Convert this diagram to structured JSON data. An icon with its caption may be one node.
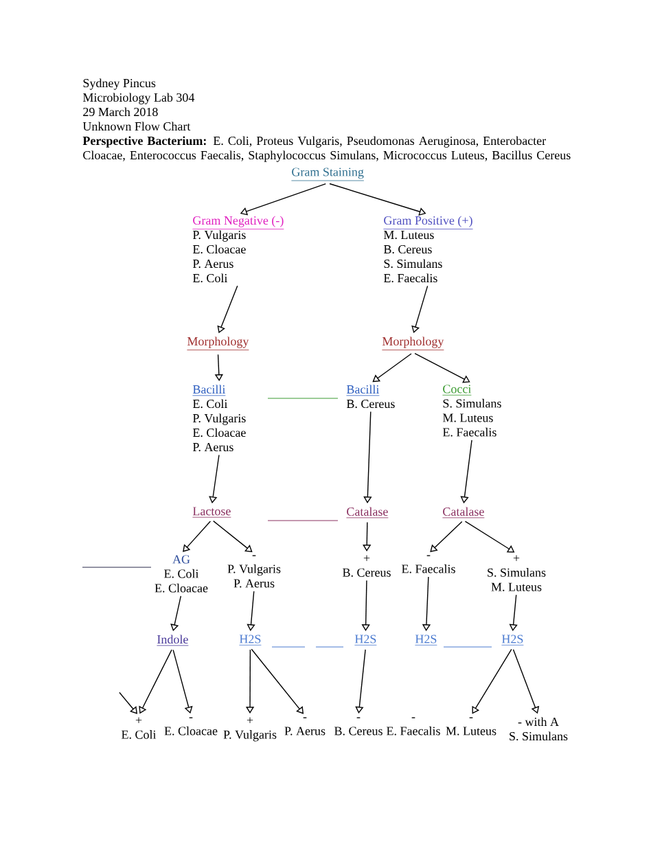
{
  "diagram": {
    "nodes": [
      {
        "text": [
          "Gram Staining"
        ]
      },
      {
        "text": [
          "Gram Negative (-)",
          "P. Vulgaris",
          "E. Cloacae",
          "P. Aerus",
          "E. Coli"
        ]
      },
      {
        "text": [
          "Gram Positive (+)",
          "M. Luteus",
          "B. Cereus",
          "S. Simulans",
          "E. Faecalis"
        ]
      },
      {
        "text": [
          "Morphology"
        ]
      },
      {
        "text": [
          "Morphology"
        ]
      },
      {
        "text": [
          "Bacilli",
          "E. Coli",
          "P. Vulgaris",
          "E. Cloacae",
          "P. Aerus"
        ]
      },
      {
        "text": [
          "Bacilli",
          "B. Cereus"
        ]
      },
      {
        "text": [
          "Cocci",
          "S. Simulans",
          "M. Luteus",
          "E. Faecalis"
        ]
      },
      {
        "text": [
          "Lactose"
        ]
      },
      {
        "text": [
          "Catalase"
        ]
      },
      {
        "text": [
          "Catalase"
        ]
      },
      {
        "text": [
          "AG",
          "E. Coli",
          "E. Cloacae"
        ]
      },
      {
        "text": [
          "-",
          "P. Vulgaris",
          "P. Aerus"
        ]
      },
      {
        "text": [
          "+",
          "B. Cereus"
        ]
      },
      {
        "text": [
          "-",
          "E. Faecalis"
        ]
      },
      {
        "text": [
          "+",
          "S. Simulans",
          "M. Luteus"
        ]
      },
      {
        "text": [
          "Indole"
        ]
      },
      {
        "text": [
          "H2S"
        ]
      },
      {
        "text": [
          "H2S"
        ]
      },
      {
        "text": [
          "H2S"
        ]
      },
      {
        "text": [
          "H2S"
        ]
      },
      {
        "text": [
          "+",
          "E. Coli"
        ]
      },
      {
        "text": [
          "-",
          "E. Cloacae"
        ]
      },
      {
        "text": [
          "+",
          "P. Vulgaris"
        ]
      },
      {
        "text": [
          "-",
          "P. Aerus"
        ]
      },
      {
        "text": [
          "-",
          "B. Cereus"
        ]
      },
      {
        "text": [
          "-",
          "E. Faecalis"
        ]
      },
      {
        "text": [
          "-",
          "M. Luteus"
        ]
      },
      {
        "text": [
          "- with A",
          "S. Simulans"
        ]
      }
    ],
    "edges": [
      {
        "from": 0,
        "to": 1,
        "arrow": "to"
      },
      {
        "from": 0,
        "to": 2,
        "arrow": "to"
      },
      {
        "from": 1,
        "to": 3,
        "arrow": "to"
      },
      {
        "from": 2,
        "to": 4,
        "arrow": "to"
      },
      {
        "from": 3,
        "to": 5,
        "arrow": "to"
      },
      {
        "from": 4,
        "to": 6,
        "arrow": "to"
      },
      {
        "from": 4,
        "to": 7,
        "arrow": "to"
      },
      {
        "from": 5,
        "to": 8,
        "arrow": "to"
      },
      {
        "from": 6,
        "to": 9,
        "arrow": "to"
      },
      {
        "from": 7,
        "to": 10,
        "arrow": "to"
      },
      {
        "from": 8,
        "to": 11,
        "arrow": "to"
      },
      {
        "from": 8,
        "to": 12,
        "arrow": "to"
      },
      {
        "from": 9,
        "to": 13,
        "arrow": "to"
      },
      {
        "from": 10,
        "to": 14,
        "arrow": "to"
      },
      {
        "from": 10,
        "to": 15,
        "arrow": "to"
      },
      {
        "from": 11,
        "to": 16,
        "arrow": "to"
      },
      {
        "from": 12,
        "to": 17,
        "arrow": "to"
      },
      {
        "from": 13,
        "to": 18,
        "arrow": "to"
      },
      {
        "from": 14,
        "to": 19,
        "arrow": "to"
      },
      {
        "from": 15,
        "to": 20,
        "arrow": "to"
      },
      {
        "from": 16,
        "to": 21,
        "arrow": "to"
      },
      {
        "from": 16,
        "to": 22,
        "arrow": "to"
      },
      {
        "from": 17,
        "to": 23,
        "arrow": "to"
      },
      {
        "from": 17,
        "to": 24,
        "arrow": "to"
      },
      {
        "from": 18,
        "to": 25,
        "arrow": "to"
      },
      {
        "from": 20,
        "to": 27,
        "arrow": "to"
      },
      {
        "from": 20,
        "to": 28,
        "arrow": "to"
      },
      {
        "from": null,
        "to": 21,
        "arrow": "to"
      }
    ],
    "labels": [
      "Sydney Pincus",
      "Microbiology Lab 304",
      "29 March 2018",
      "Unknown Flow Chart",
      "**Perspective Bacterium:** E. Coli, Proteus Vulgaris, Pseudomonas Aeruginosa, Enterobacter Cloacae, Enterococcus Faecalis, Staphylococcus Simulans, Micrococcus Luteus, Bacillus Cereus"
    ]
  }
}
